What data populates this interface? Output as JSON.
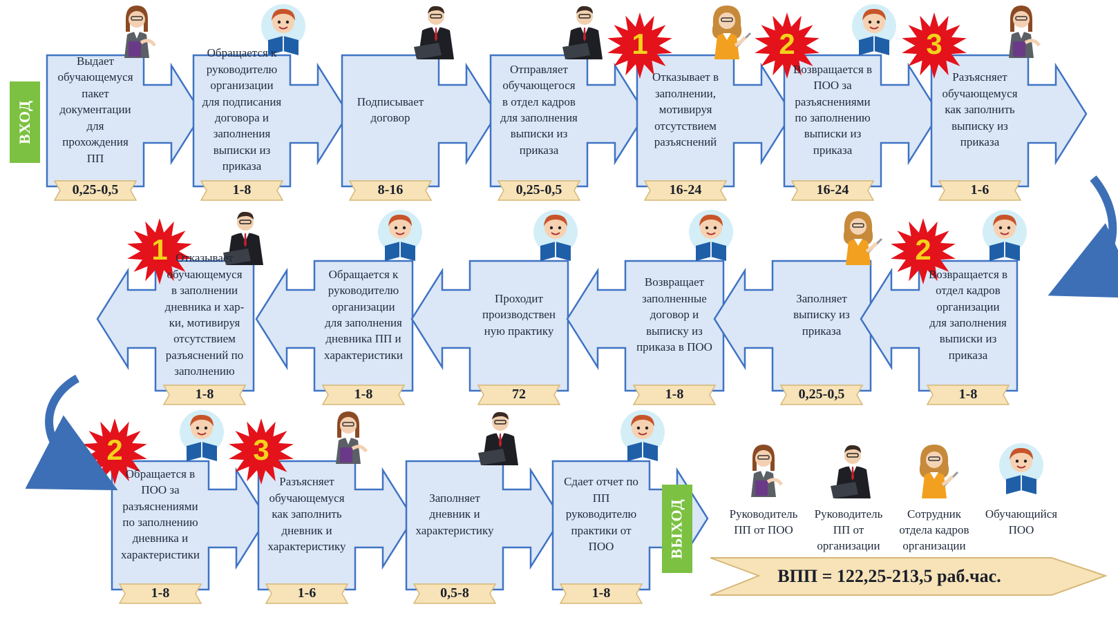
{
  "entry_label": "ВХОД",
  "exit_label": "ВЫХОД",
  "colors": {
    "box_fill": "#dbe7f6",
    "box_stroke": "#3f73c4",
    "ribbon": "#f7e3b7",
    "burst": "#e4121b",
    "burst_num": "#f3d21b",
    "tab": "#7cc142",
    "curve": "#3d6fb6"
  },
  "rows": [
    {
      "direction": "right",
      "steps": [
        {
          "text": "Выдает\nобучающемуся\nпакет\nдокументации\nдля\nпрохождения\nПП",
          "time": "0,25-0,5",
          "role": "teacher-icon",
          "marker": ""
        },
        {
          "text": "Обращается к\nруководителю\nорганизации\nдля подписания\nдоговора и\nзаполнения\nвыписки из\nприказа",
          "time": "1-8",
          "role": "student-icon",
          "marker": ""
        },
        {
          "text": "Подписывает\nдоговор",
          "time": "8-16",
          "role": "manager-icon",
          "marker": ""
        },
        {
          "text": "Отправляет\nобучающегося\nв отдел кадров\nдля заполнения\nвыписки из\nприказа",
          "time": "0,25-0,5",
          "role": "manager-icon",
          "marker": ""
        },
        {
          "text": "Отказывает в\nзаполнении,\nмотивируя\nотсутствием\nразъяснений",
          "time": "16-24",
          "role": "hr-icon",
          "marker": "1"
        },
        {
          "text": "Возвращается в\nПОО за\nразъяснениями\nпо заполнению\nвыписки из\nприказа",
          "time": "16-24",
          "role": "student-icon",
          "marker": "2"
        },
        {
          "text": "Разъясняет\nобучающемуся\nкак заполнить\nвыписку из\nприказа",
          "time": "1-6",
          "role": "teacher-icon",
          "marker": "3"
        }
      ]
    },
    {
      "direction": "left",
      "steps": [
        {
          "text": "Отказывает\nобучающемуся\nв заполнении\nдневника и хар-\nки, мотивируя\nотсутствием\nразъяснений по\nзаполнению",
          "time": "1-8",
          "role": "manager-icon",
          "marker": "1"
        },
        {
          "text": "Обращается к\nруководителю\nорганизации\nдля заполнения\nдневника ПП и\nхарактеристики",
          "time": "1-8",
          "role": "student-icon",
          "marker": ""
        },
        {
          "text": "Проходит\nпроизводствен\nную практику",
          "time": "72",
          "role": "student-icon",
          "marker": ""
        },
        {
          "text": "Возвращает\nзаполненные\nдоговор и\nвыписку из\nприказа в ПОО",
          "time": "1-8",
          "role": "student-icon",
          "marker": ""
        },
        {
          "text": "Заполняет\nвыписку из\nприказа",
          "time": "0,25-0,5",
          "role": "hr-icon",
          "marker": ""
        },
        {
          "text": "Возвращается в\nотдел кадров\nорганизации\nдля заполнения\nвыписки из\nприказа",
          "time": "1-8",
          "role": "student-icon",
          "marker": "2"
        }
      ]
    },
    {
      "direction": "right",
      "steps": [
        {
          "text": "Обращается в\nПОО за\nразъяснениями\nпо заполнению\nдневника и\nхарактеристики",
          "time": "1-8",
          "role": "student-icon",
          "marker": "2"
        },
        {
          "text": "Разъясняет\nобучающемуся\nкак заполнить\nдневник и\nхарактеристику",
          "time": "1-6",
          "role": "teacher-icon",
          "marker": "3"
        },
        {
          "text": "Заполняет\nдневник и\nхарактеристику",
          "time": "0,5-8",
          "role": "manager-icon",
          "marker": ""
        },
        {
          "text": "Сдает отчет по\nПП\nруководителю\nпрактики от\nПОО",
          "time": "1-8",
          "role": "student-icon",
          "marker": ""
        }
      ]
    }
  ],
  "legend": [
    {
      "role": "teacher-icon",
      "label": "Руководитель\nПП от ПОО"
    },
    {
      "role": "manager-icon",
      "label": "Руководитель\nПП от\nорганизации"
    },
    {
      "role": "hr-icon",
      "label": "Сотрудник\nотдела кадров\nорганизации"
    },
    {
      "role": "student-icon",
      "label": "Обучающийся\nПОО"
    }
  ],
  "total": "ВПП = 122,25-213,5 раб.час."
}
